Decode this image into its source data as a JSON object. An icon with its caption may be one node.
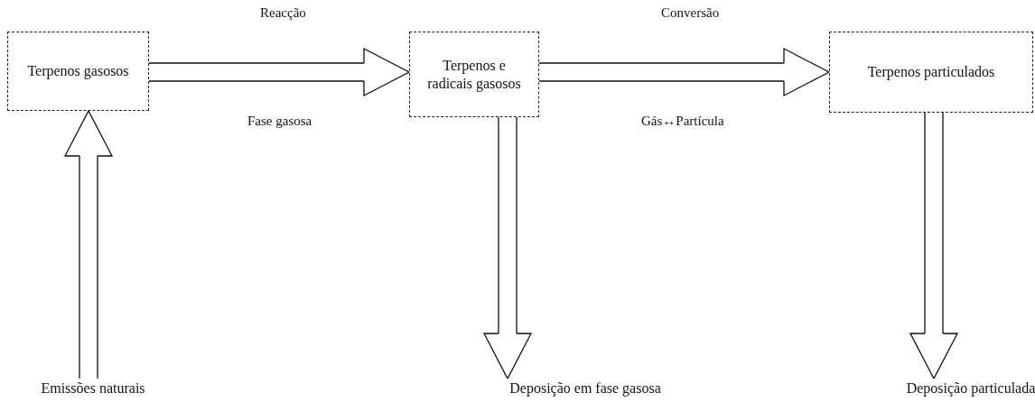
{
  "diagram": {
    "nodes": [
      {
        "text": [
          "Terpenos gasosos"
        ]
      },
      {
        "text": [
          "Terpenos e radicais gasosos"
        ]
      },
      {
        "text": [
          "Terpenos particulados"
        ]
      },
      {
        "text": [
          "Emissões naturais"
        ]
      },
      {
        "text": [
          "Deposição em fase gasosa"
        ]
      },
      {
        "text": [
          "Deposição particulada"
        ]
      }
    ],
    "edges": [
      {
        "from": 0,
        "to": 1,
        "arrow": "to",
        "label": "Reacção"
      },
      {
        "from": 1,
        "to": 2,
        "arrow": "to",
        "label": "Conversão"
      },
      {
        "from": 3,
        "to": 0,
        "arrow": "to"
      },
      {
        "from": 1,
        "to": 4,
        "arrow": "to"
      },
      {
        "from": 2,
        "to": 5,
        "arrow": "to"
      }
    ],
    "labels": [
      "Fase gasosa",
      "Gás↔Partícula"
    ]
  }
}
